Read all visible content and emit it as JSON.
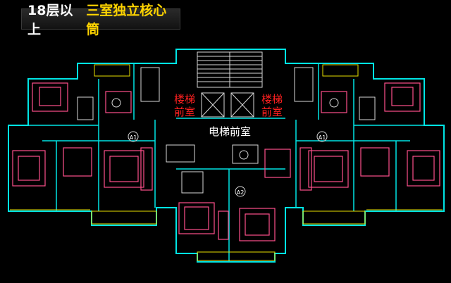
{
  "title": {
    "prefix": "18层以上",
    "highlight": "三室独立核心筒"
  },
  "labels": {
    "stair_hall_left_1": "楼梯",
    "stair_hall_left_2": "前室",
    "stair_hall_right_1": "楼梯",
    "stair_hall_right_2": "前室",
    "elevator_hall": "电梯前室",
    "unit_a1_left": "A1",
    "unit_a1_right": "A1",
    "unit_a2": "A2"
  },
  "colors": {
    "background": "#000000",
    "wall_cyan": "#00e5e5",
    "furniture_pink": "#ff4f8b",
    "line_white": "#d8d8d8",
    "line_yellow": "#e8e000",
    "text_red": "#ff2020",
    "text_white": "#ffffff",
    "title_yellow": "#ffd400"
  }
}
